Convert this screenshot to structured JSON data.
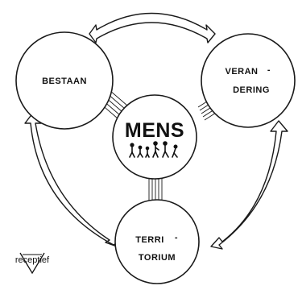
{
  "diagram": {
    "center": {
      "title": "MENS"
    },
    "nodes": {
      "top_left": {
        "label": "BESTAAN"
      },
      "top_right": {
        "line1": "VERAN",
        "line2": "DERING",
        "hyphen": "-"
      },
      "bottom": {
        "line1": "TERRI",
        "line2": "TORIUM",
        "hyphen": "-"
      }
    }
  },
  "brand": {
    "name": "receptief"
  },
  "colors": {
    "ink": "#1a1a1a",
    "background": "#ffffff"
  },
  "icons": {
    "people": "people-silhouettes-icon",
    "logo": "receptief-logo-icon"
  }
}
